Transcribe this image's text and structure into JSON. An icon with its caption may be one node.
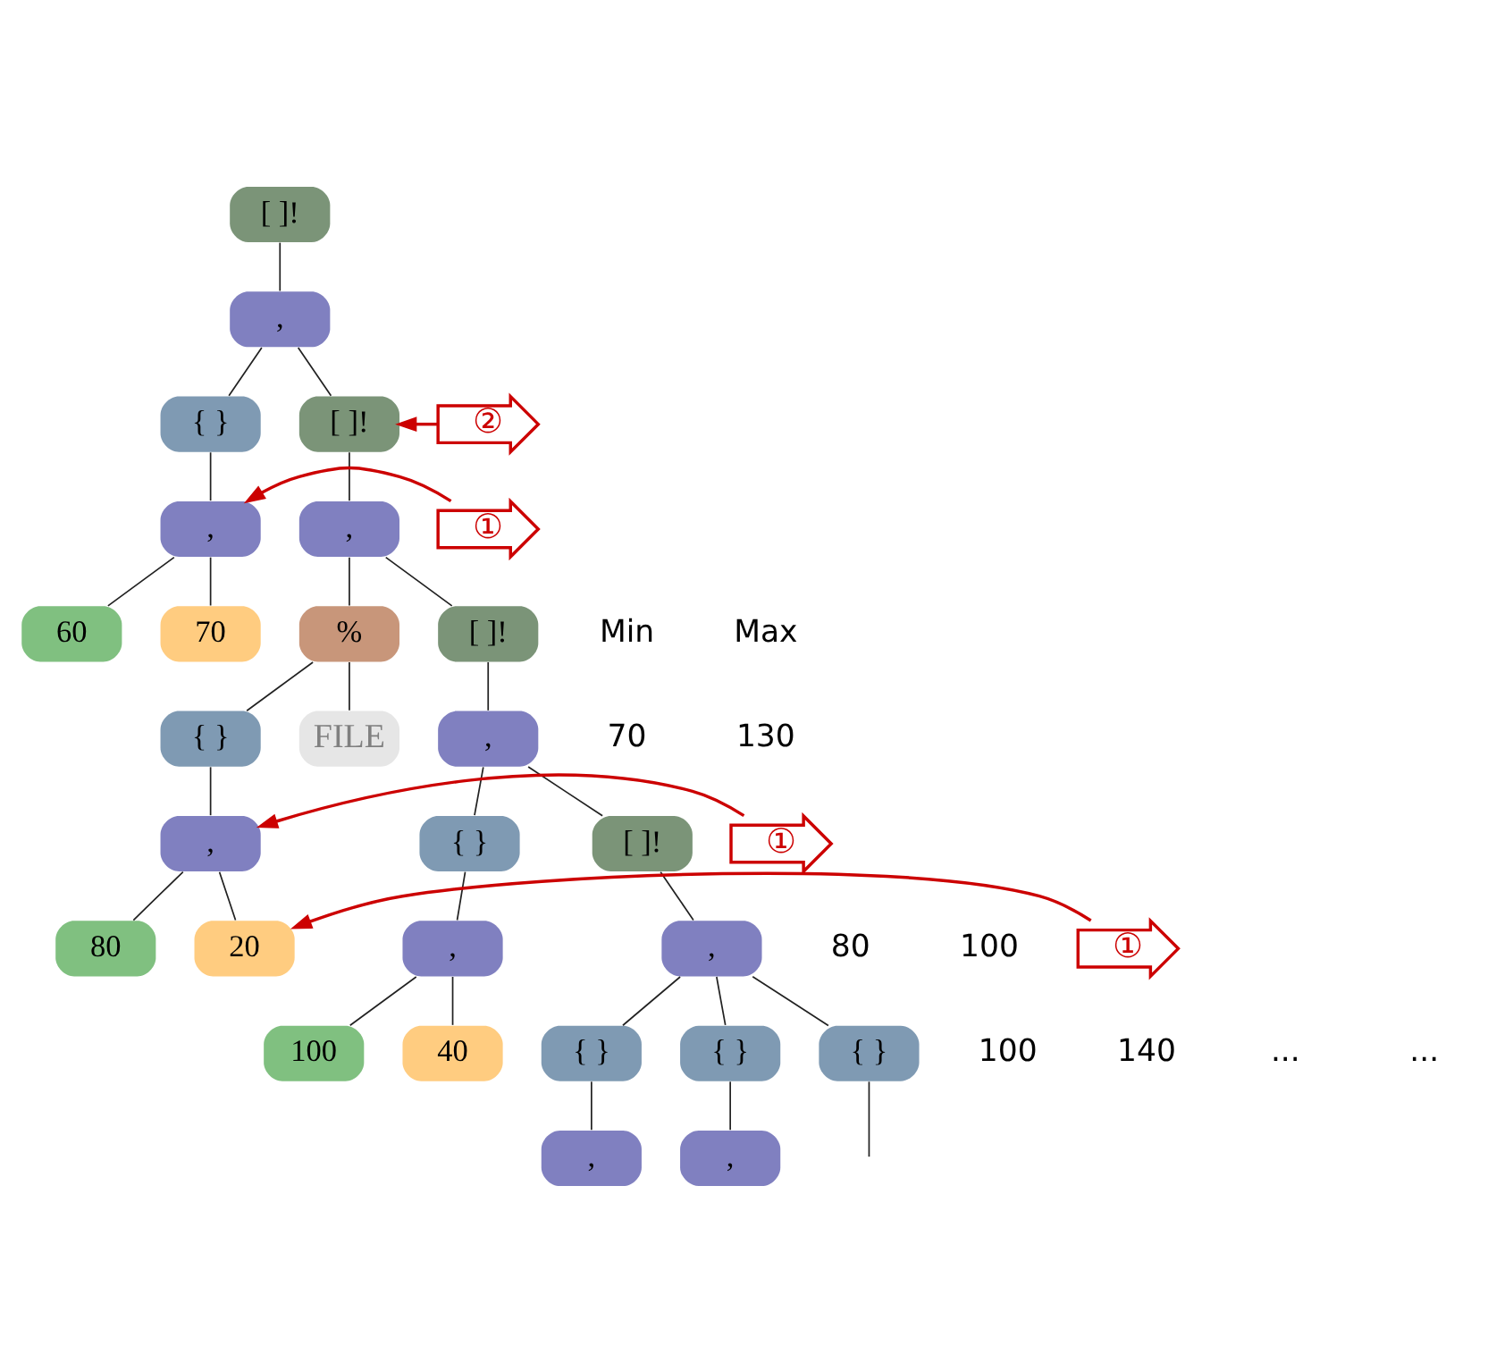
{
  "diagram": {
    "nodes": [
      {
        "text": [
          "[ ]!"
        ]
      },
      {
        "text": [
          ","
        ]
      },
      {
        "text": [
          "{ }"
        ]
      },
      {
        "text": [
          "[ ]!"
        ]
      },
      {
        "text": [
          ","
        ]
      },
      {
        "text": [
          ","
        ]
      },
      {
        "text": [
          "60"
        ]
      },
      {
        "text": [
          "70"
        ]
      },
      {
        "text": [
          "%"
        ]
      },
      {
        "text": [
          "[ ]!"
        ]
      },
      {
        "text": [
          "{ }"
        ]
      },
      {
        "text": [
          "FILE"
        ]
      },
      {
        "text": [
          ","
        ]
      },
      {
        "text": [
          ","
        ]
      },
      {
        "text": [
          "{ }"
        ]
      },
      {
        "text": [
          "[ ]!"
        ]
      },
      {
        "text": [
          "80"
        ]
      },
      {
        "text": [
          "20"
        ]
      },
      {
        "text": [
          ","
        ]
      },
      {
        "text": [
          ","
        ]
      },
      {
        "text": [
          "100"
        ]
      },
      {
        "text": [
          "40"
        ]
      },
      {
        "text": [
          "{ }"
        ]
      },
      {
        "text": [
          "{ }"
        ]
      },
      {
        "text": [
          "{ }"
        ]
      },
      {
        "text": [
          ","
        ]
      },
      {
        "text": [
          ","
        ]
      },
      {
        "text": [
          "①"
        ]
      },
      {
        "text": [
          "②"
        ]
      },
      {
        "text": [
          "①"
        ]
      },
      {
        "text": [
          "①"
        ]
      }
    ],
    "edges": [
      {
        "from": 0,
        "to": 1,
        "arrow": "none"
      },
      {
        "from": 1,
        "to": 2,
        "arrow": "none"
      },
      {
        "from": 1,
        "to": 3,
        "arrow": "none"
      },
      {
        "from": 2,
        "to": 4,
        "arrow": "none"
      },
      {
        "from": 3,
        "to": 5,
        "arrow": "none"
      },
      {
        "from": 4,
        "to": 6,
        "arrow": "none"
      },
      {
        "from": 4,
        "to": 7,
        "arrow": "none"
      },
      {
        "from": 5,
        "to": 8,
        "arrow": "none"
      },
      {
        "from": 5,
        "to": 9,
        "arrow": "none"
      },
      {
        "from": 8,
        "to": 10,
        "arrow": "none"
      },
      {
        "from": 8,
        "to": 11,
        "arrow": "none"
      },
      {
        "from": 9,
        "to": 12,
        "arrow": "none"
      },
      {
        "from": 10,
        "to": 13,
        "arrow": "none"
      },
      {
        "from": 12,
        "to": 14,
        "arrow": "none"
      },
      {
        "from": 12,
        "to": 15,
        "arrow": "none"
      },
      {
        "from": 13,
        "to": 16,
        "arrow": "none"
      },
      {
        "from": 13,
        "to": 17,
        "arrow": "none"
      },
      {
        "from": 14,
        "to": 18,
        "arrow": "none"
      },
      {
        "from": 15,
        "to": 19,
        "arrow": "none"
      },
      {
        "from": 18,
        "to": 20,
        "arrow": "none"
      },
      {
        "from": 18,
        "to": 21,
        "arrow": "none"
      },
      {
        "from": 19,
        "to": 22,
        "arrow": "none"
      },
      {
        "from": 19,
        "to": 23,
        "arrow": "none"
      },
      {
        "from": 19,
        "to": 24,
        "arrow": "none"
      },
      {
        "from": 22,
        "to": 25,
        "arrow": "none"
      },
      {
        "from": 23,
        "to": 26,
        "arrow": "none"
      },
      {
        "from": 24,
        "to": null,
        "arrow": "none"
      },
      {
        "from": 27,
        "to": 4,
        "arrow": "to",
        "color": "#cc0000"
      },
      {
        "from": 28,
        "to": 3,
        "arrow": "to",
        "color": "#cc0000"
      },
      {
        "from": 29,
        "to": 13,
        "arrow": "to",
        "color": "#cc0000"
      },
      {
        "from": 30,
        "to": 17,
        "arrow": "to",
        "color": "#cc0000"
      }
    ],
    "labels": [
      "Min",
      "Max",
      "70",
      "130",
      "80",
      "100",
      "100",
      "140",
      "...",
      "..."
    ]
  }
}
